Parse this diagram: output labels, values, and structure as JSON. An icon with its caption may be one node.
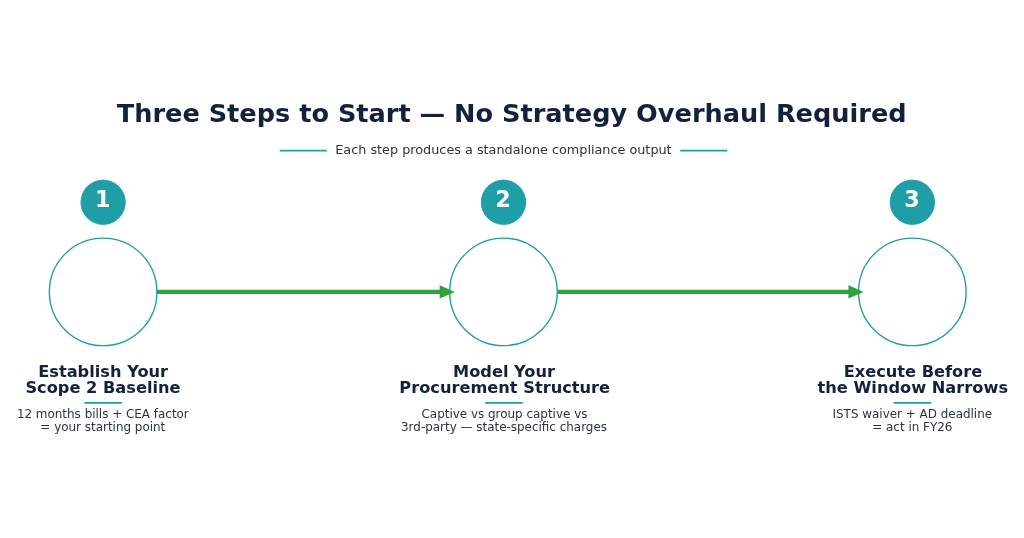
{
  "diagram": {
    "title": "Three Steps to Start — No Strategy Overhaul Required",
    "nodes": [
      {
        "text": [
          "1"
        ]
      },
      {
        "text": [],
        "shape": "circle",
        "beside": [
          "Establish Your Scope 2 Baseline",
          "12 months bills + CEA factor = your starting point"
        ]
      },
      {
        "text": [
          "2"
        ]
      },
      {
        "text": [],
        "shape": "circle",
        "beside": [
          "Model Your Procurement Structure",
          "Captive vs group captive vs 3rd-party — state-specific charges"
        ]
      },
      {
        "text": [
          "3"
        ]
      },
      {
        "text": [],
        "shape": "circle",
        "beside": [
          "Execute Before the Window Narrows",
          "ISTS waiver + AD deadline = act in FY26"
        ]
      }
    ],
    "edges": [
      {
        "from": 1,
        "to": 3,
        "arrow": "to"
      },
      {
        "from": 3,
        "to": 5,
        "arrow": "to"
      }
    ],
    "labels": [
      "Each step produces a standalone compliance output"
    ]
  }
}
